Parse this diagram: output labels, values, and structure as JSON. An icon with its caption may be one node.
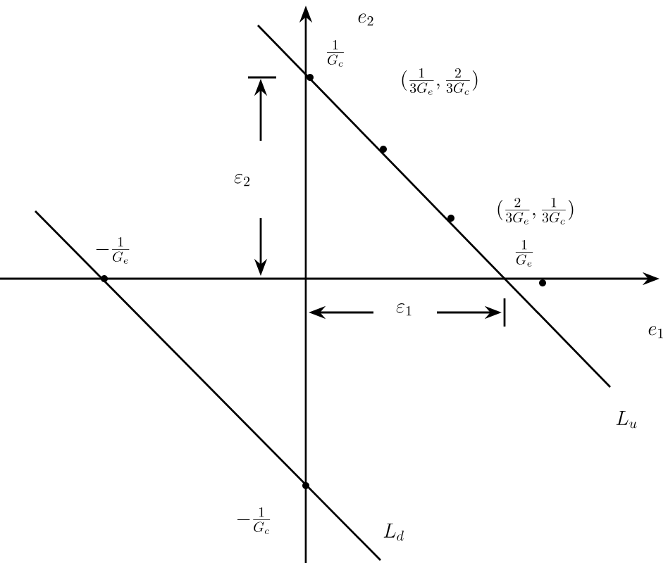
{
  "diagram": {
    "labels": [
      "e_2",
      "\\frac{1}{G_c}",
      "\\varepsilon_2",
      "(\\frac{1}{3G_e},\\frac{2}{3G_c})",
      "(\\frac{2}{3G_e},\\frac{1}{3G_c})",
      "-\\frac{1}{G_e}",
      "\\frac{1}{G_e}",
      "\\varepsilon_1",
      "e_1",
      "L_u",
      "-\\frac{1}{G_c}",
      "L_d"
    ]
  }
}
